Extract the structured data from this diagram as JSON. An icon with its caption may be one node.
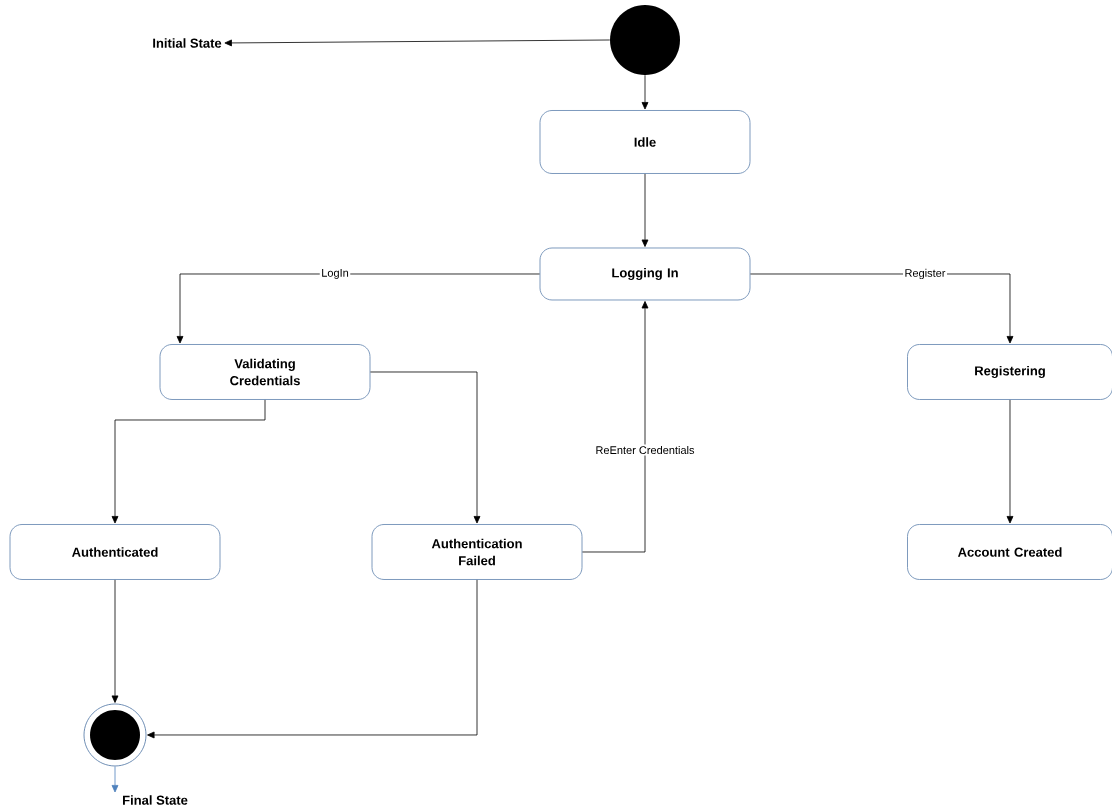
{
  "diagram": {
    "nodes": [
      {
        "text": [],
        "shape": "circle"
      },
      {
        "text": [
          "Initial State"
        ]
      },
      {
        "text": [
          "Idle"
        ]
      },
      {
        "text": [
          "Logging In"
        ]
      },
      {
        "text": [
          "Validating Credentials"
        ]
      },
      {
        "text": [
          "Registering"
        ]
      },
      {
        "text": [
          "Authenticated"
        ]
      },
      {
        "text": [
          "Authentication Failed"
        ]
      },
      {
        "text": [
          "Account Created"
        ]
      },
      {
        "text": [],
        "shape": "circle"
      },
      {
        "text": [
          "Final State"
        ]
      }
    ],
    "edges": [
      {
        "from": 0,
        "to": 1,
        "arrow": "to"
      },
      {
        "from": 0,
        "to": 2,
        "arrow": "to"
      },
      {
        "from": 2,
        "to": 3,
        "arrow": "to"
      },
      {
        "from": 3,
        "to": 4,
        "arrow": "to",
        "label": "LogIn"
      },
      {
        "from": 3,
        "to": 5,
        "arrow": "to",
        "label": "Register"
      },
      {
        "from": 4,
        "to": 6,
        "arrow": "to"
      },
      {
        "from": 4,
        "to": 7,
        "arrow": "to"
      },
      {
        "from": 7,
        "to": 3,
        "arrow": "to",
        "label": "ReEnter Credentials"
      },
      {
        "from": 5,
        "to": 8,
        "arrow": "to"
      },
      {
        "from": 6,
        "to": 9,
        "arrow": "to"
      },
      {
        "from": 7,
        "to": 9,
        "arrow": "to"
      },
      {
        "from": 9,
        "to": 10,
        "arrow": "to",
        "color": "#4f81bd"
      }
    ]
  }
}
